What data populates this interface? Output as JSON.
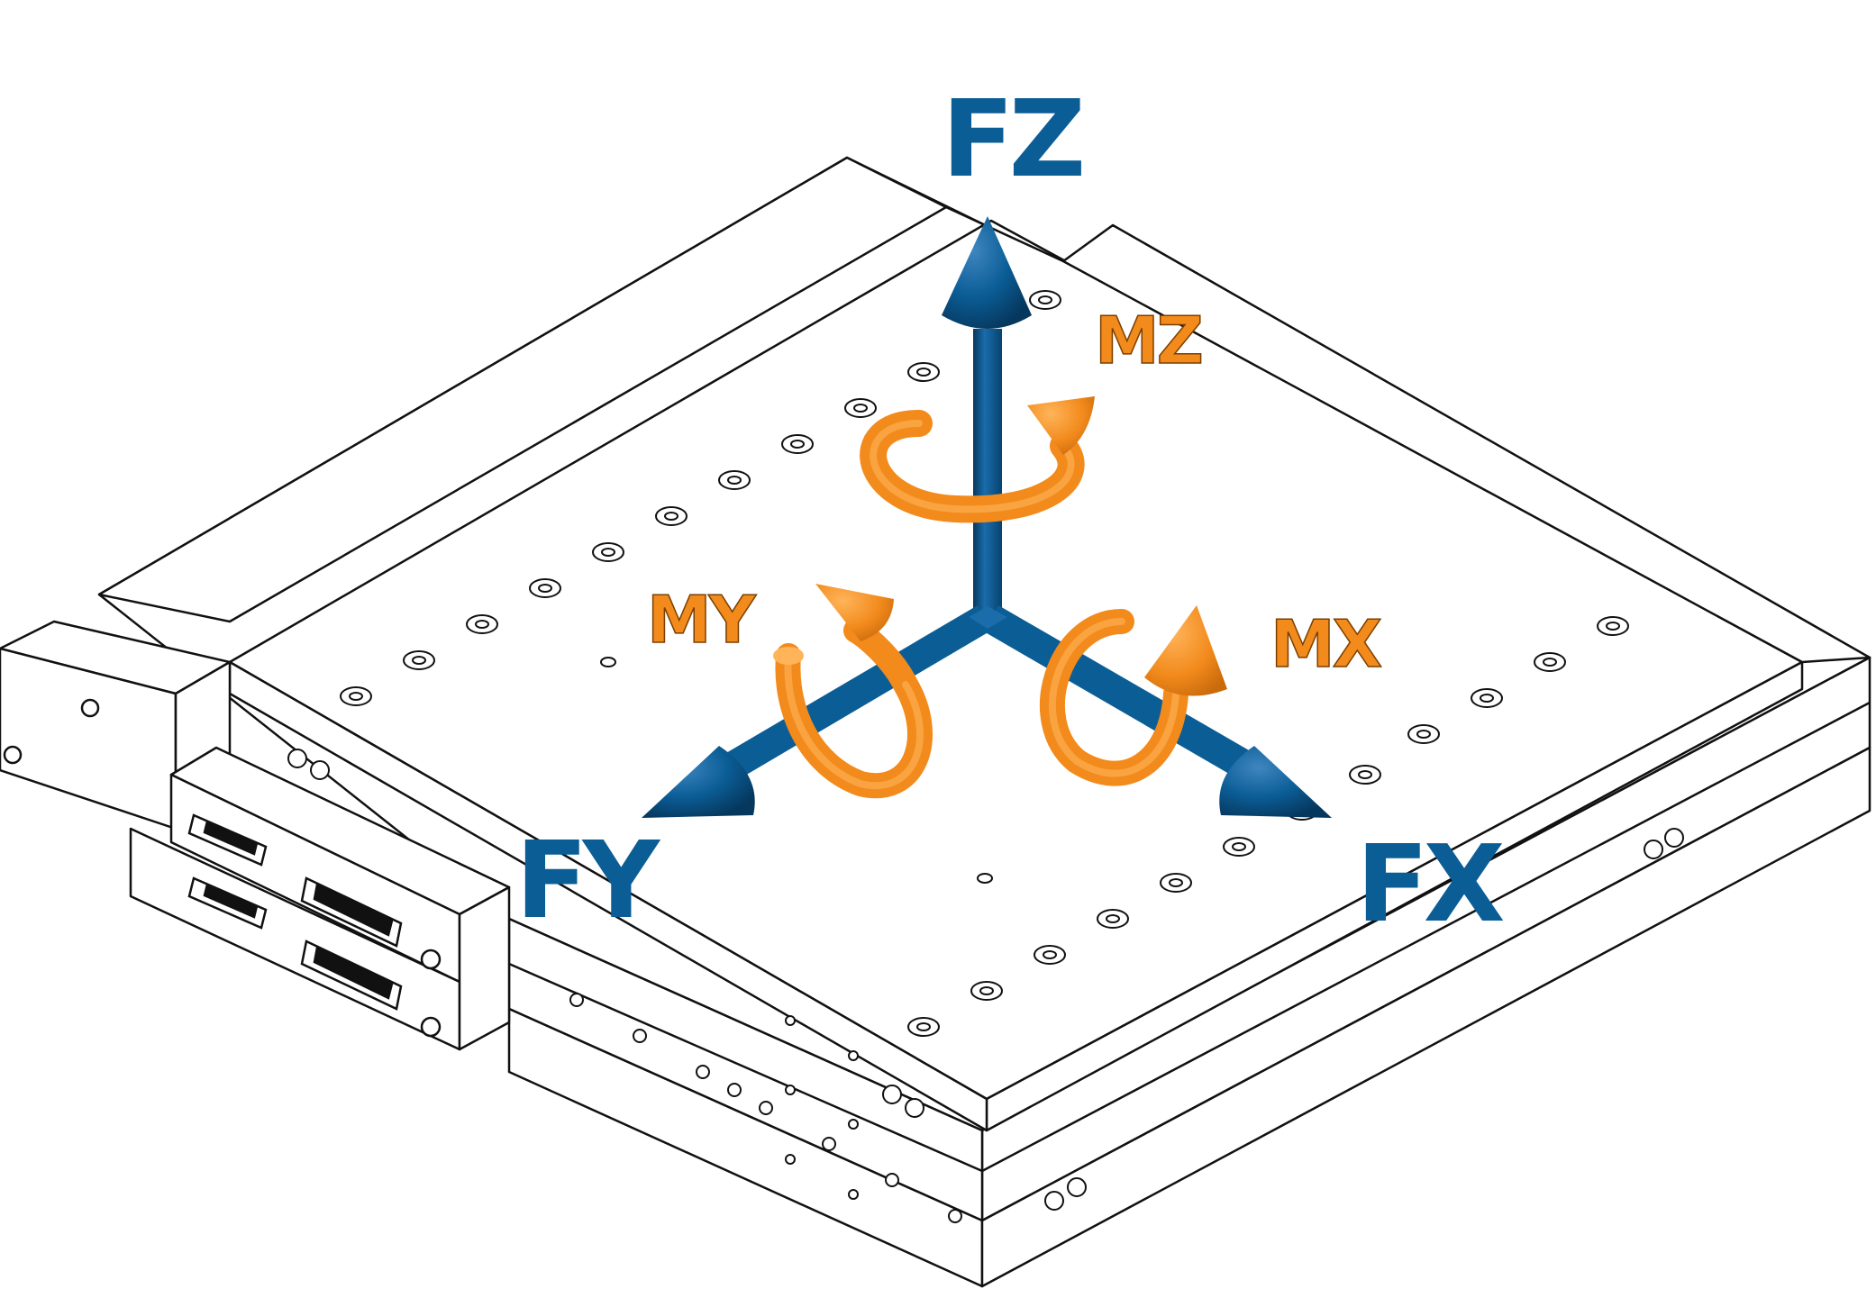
{
  "labels": {
    "fz": "FZ",
    "fy": "FY",
    "fx": "FX",
    "mz": "MZ",
    "my": "MY",
    "mx": "MX"
  },
  "colors": {
    "force_axis": "#0b5d96",
    "moment_arrow": "#f28a1c",
    "outline": "#111111",
    "background": "#ffffff"
  }
}
